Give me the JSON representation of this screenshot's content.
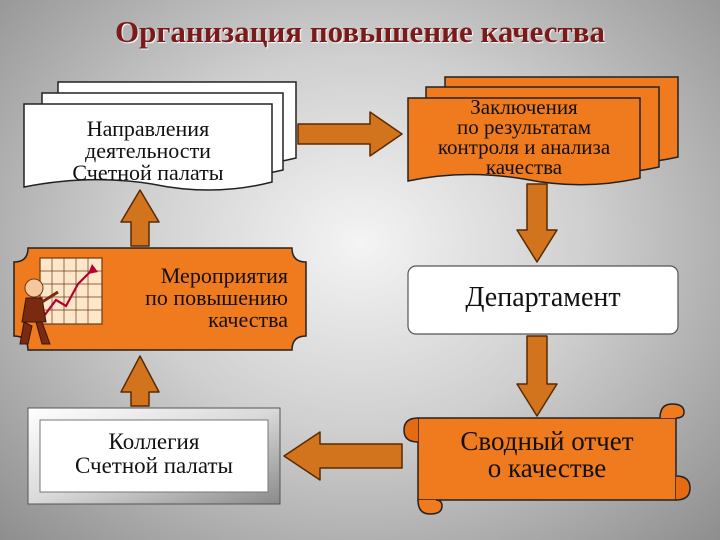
{
  "title": "Организация повышение качества",
  "nodes": {
    "directions": {
      "lines": [
        "Направления",
        "деятельности",
        "Счетной палаты"
      ]
    },
    "conclusions": {
      "lines": [
        "Заключения",
        "по результатам",
        "контроля и анализа",
        "качества"
      ]
    },
    "measures": {
      "lines": [
        "Мероприятия",
        "по повышению",
        "качества"
      ]
    },
    "department": {
      "lines": [
        "Департамент"
      ]
    },
    "board": {
      "lines": [
        "Коллегия",
        "Счетной палаты"
      ]
    },
    "report": {
      "lines": [
        "Сводный отчет",
        "о качестве"
      ]
    }
  },
  "colors": {
    "title": "#7a1a1a",
    "orange": "#f07a1e",
    "arrow": "#d2741e",
    "arrow_stroke": "#5a2a00",
    "paper": "#ffffff"
  }
}
